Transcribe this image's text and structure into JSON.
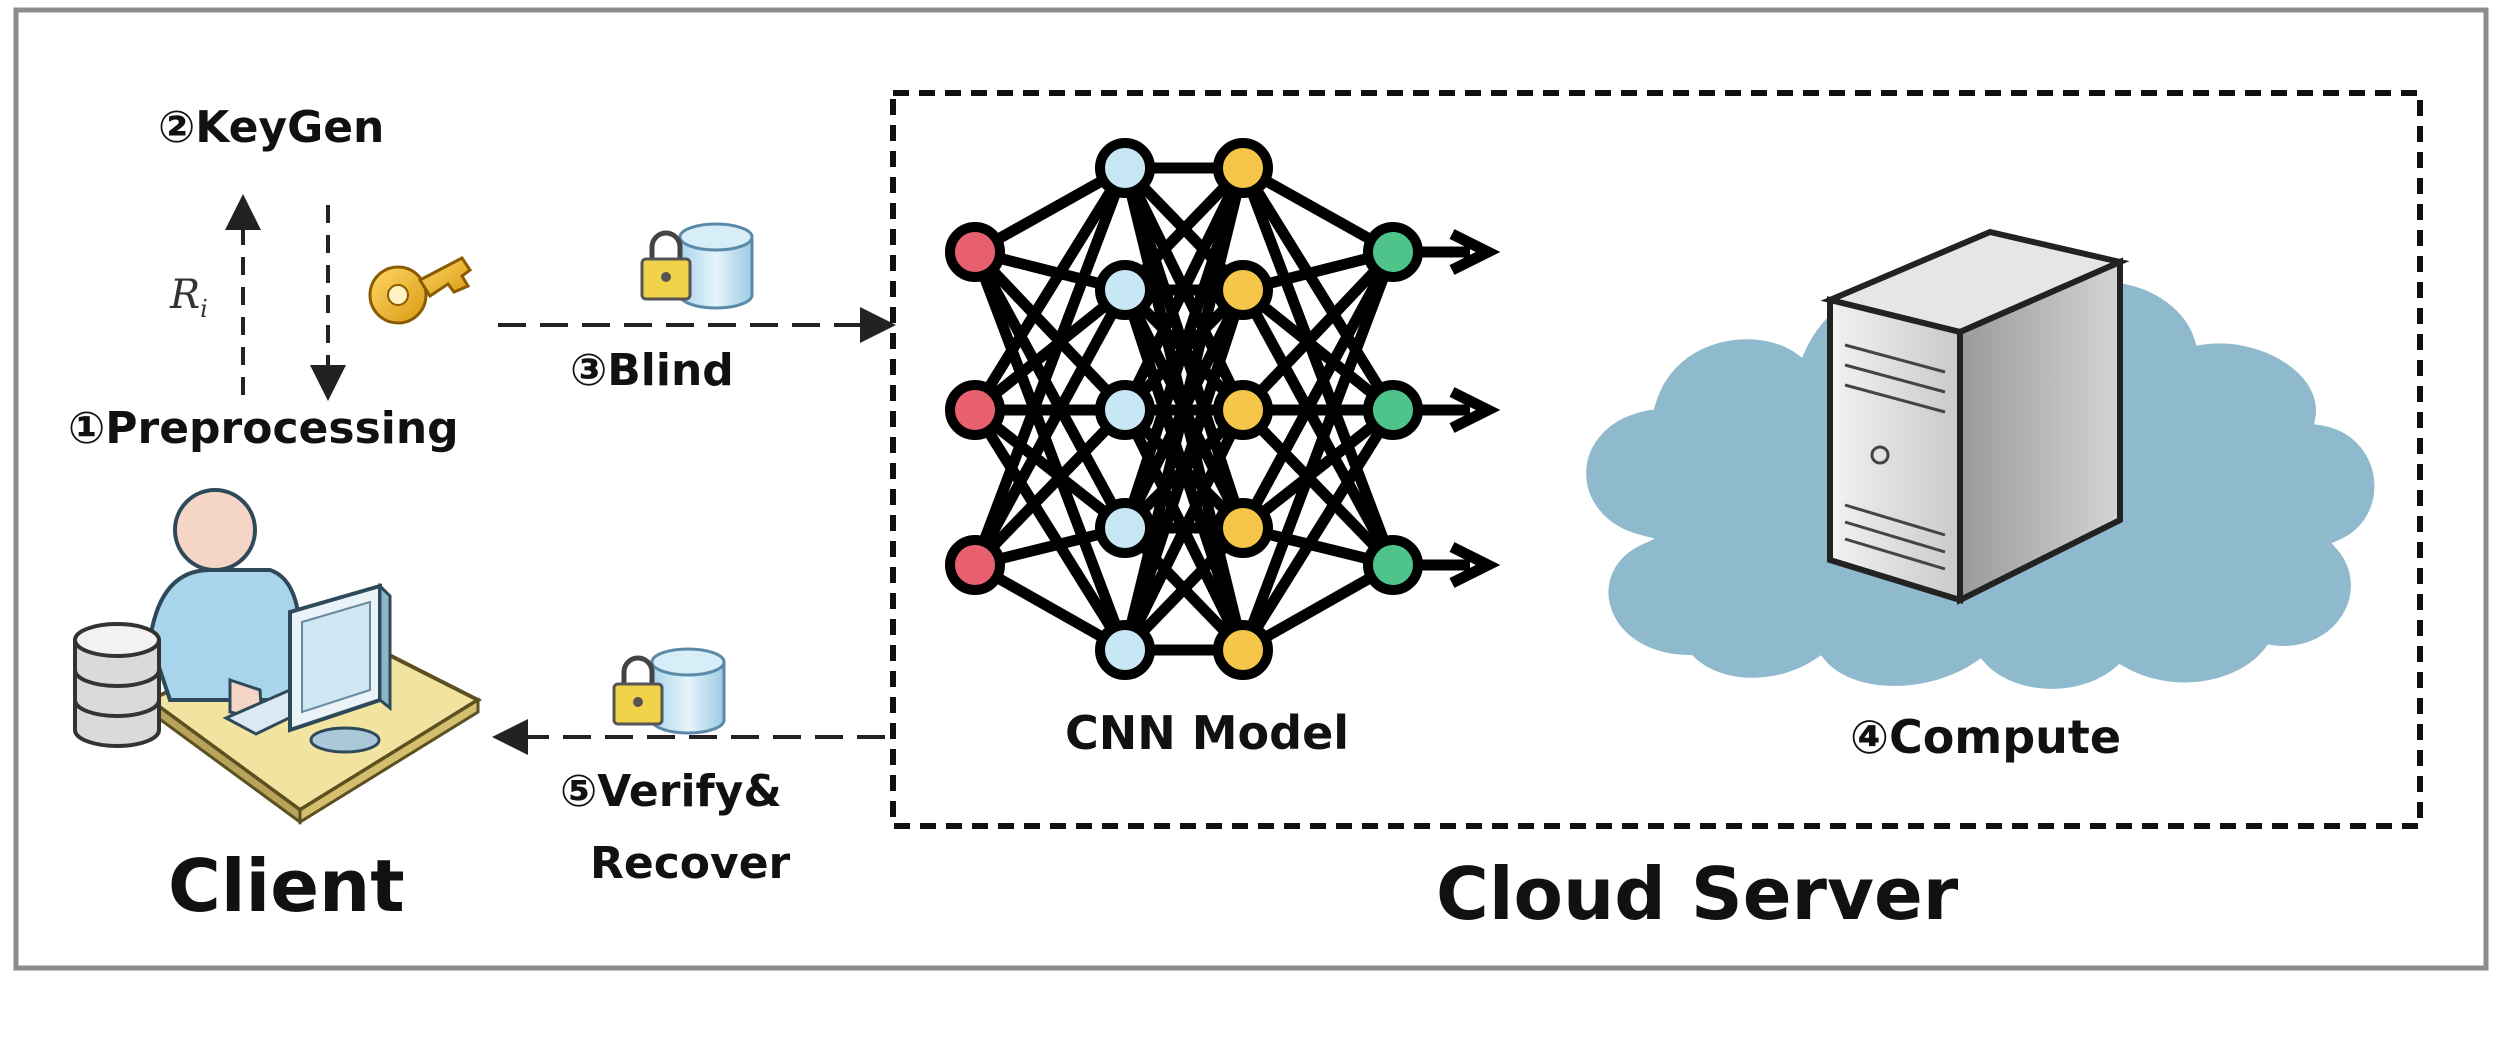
{
  "labels": {
    "keygen": "②KeyGen",
    "ri": "R",
    "ri_sub": "i",
    "preprocessing": "①Preprocessing",
    "blind": "③Blind",
    "verify_line1": "⑤Verify&",
    "verify_line2": "Recover",
    "client": "Client",
    "cnn_model": "CNN Model",
    "compute": "④Compute",
    "cloud_server": "Cloud Server"
  },
  "icons": [
    "key-icon",
    "locked-database-icon",
    "client-user-icon",
    "server-tower-icon",
    "cloud-icon"
  ],
  "colors": {
    "input_node": "#e8606f",
    "hidden_node_1": "#c7e7f5",
    "hidden_node_2": "#f5c64a",
    "output_node": "#4fc48a",
    "cloud": "#8fb9cc",
    "frame": "#888888"
  }
}
